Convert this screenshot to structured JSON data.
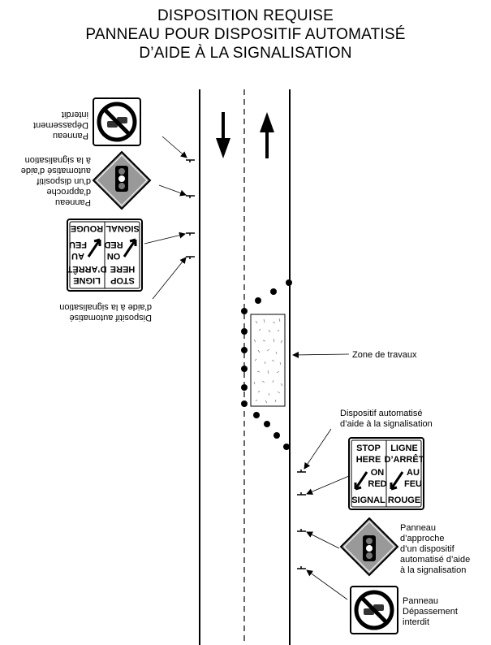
{
  "title": {
    "line1": "DISPOSITION REQUISE",
    "line2": "PANNEAU POUR DISPOSITIF AUTOMATISÉ",
    "line3": "D’AIDE À LA SIGNALISATION"
  },
  "labels": {
    "work_zone": "Zone de travaux",
    "agd_right_1": "Dispositif automatisé",
    "agd_right_2": "d’aide à la signalisation",
    "approach_right_1": "Panneau",
    "approach_right_2": "d’approche",
    "approach_right_3": "d’un dispositif",
    "approach_right_4": "automatisé d’aide",
    "approach_right_5": "à la signalisation",
    "nopass_right_1": "Panneau",
    "nopass_right_2": "Dépassement",
    "nopass_right_3": "interdit",
    "agd_left_1": "Dispositif automatisé",
    "agd_left_2": "d’aide à la signalisation",
    "approach_left_1": "Panneau",
    "approach_left_2": "d’approche",
    "approach_left_3": "d’un dispositif",
    "approach_left_4": "automatisé d’aide",
    "approach_left_5": "à la signalisation",
    "nopass_left_1": "Panneau",
    "nopass_left_2": "Dépassement",
    "nopass_left_3": "interdit"
  },
  "stop_sign": {
    "en_1": "STOP",
    "en_2": "HERE",
    "en_3": "ON",
    "en_4": "RED",
    "en_5": "SIGNAL",
    "fr_1": "LIGNE",
    "fr_2": "D’ARRÊT",
    "fr_3": "AU",
    "fr_4": "FEU",
    "fr_5": "ROUGE"
  },
  "icons": [
    "no-passing-sign-icon",
    "traffic-signal-ahead-icon",
    "stop-here-on-red-sign-icon",
    "down-arrow-icon",
    "up-arrow-icon"
  ]
}
